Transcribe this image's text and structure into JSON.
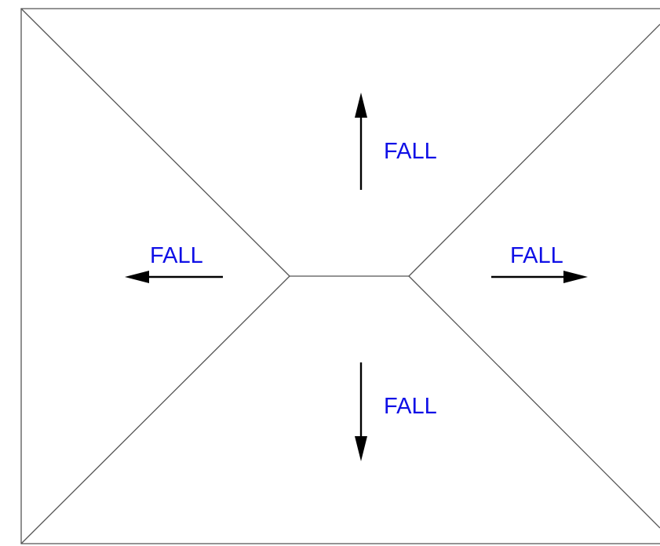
{
  "diagram": {
    "type": "hip-roof-plan",
    "colors": {
      "line": "#555555",
      "arrow": "#000000",
      "label": "#1010e6"
    },
    "labels": {
      "north": "FALL",
      "west": "FALL",
      "east": "FALL",
      "south": "FALL"
    },
    "arrows": [
      {
        "name": "north",
        "direction": "up"
      },
      {
        "name": "west",
        "direction": "left"
      },
      {
        "name": "east",
        "direction": "right"
      },
      {
        "name": "south",
        "direction": "down"
      }
    ]
  }
}
